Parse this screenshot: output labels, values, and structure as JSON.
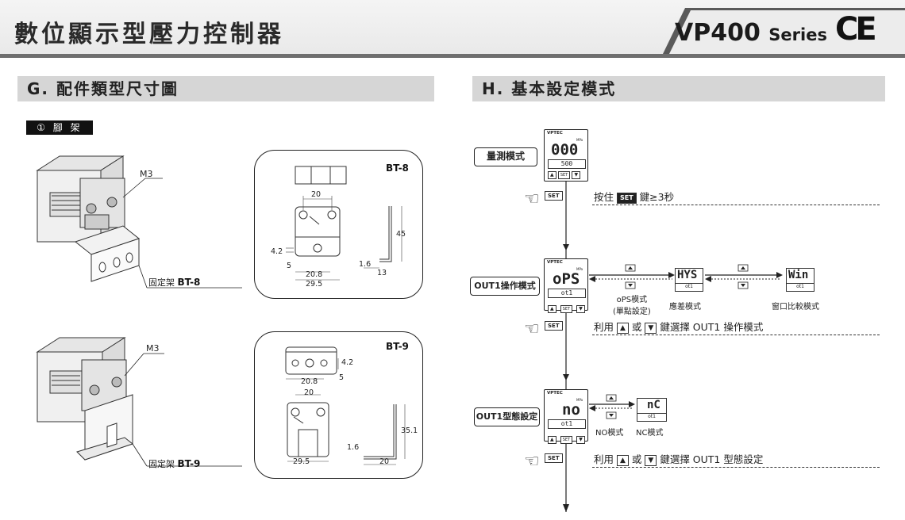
{
  "header": {
    "title": "數位顯示型壓力控制器",
    "model": "VP400",
    "series": "Series",
    "cert": "CE"
  },
  "section_g": {
    "title": "G. 配件類型尺寸圖",
    "badge": "① 腳 架",
    "bracket1": {
      "screw_label": "M3",
      "caption_prefix": "固定架",
      "caption_model": "BT-8",
      "card_name": "BT-8",
      "dims": [
        "20",
        "4.2",
        "5",
        "20.8",
        "29.5",
        "45",
        "1.6",
        "13"
      ]
    },
    "bracket2": {
      "screw_label": "M3",
      "caption_prefix": "固定架",
      "caption_model": "BT-9",
      "card_name": "BT-9",
      "dims": [
        "4.2",
        "20.8",
        "5",
        "20",
        "35.1",
        "1.6",
        "29.5",
        "20"
      ]
    }
  },
  "section_h": {
    "title": "H. 基本設定模式",
    "device": {
      "brand": "VPTEC",
      "unit": "MPa",
      "set": "SET"
    },
    "step1": {
      "label": "量測模式",
      "main": "000",
      "sub": "500",
      "instruction_prefix": "按住",
      "instruction_key": "SET",
      "instruction_suffix": "鍵≥3秒"
    },
    "step2": {
      "label": "OUT1操作模式",
      "main": "oPS",
      "sub": "ot1",
      "mode1": "oPS模式",
      "mode1b": "(單點設定)",
      "hys_display": "HYS",
      "hys_sub": "ot1",
      "hys_label": "應差模式",
      "win_display": "Win",
      "win_sub": "ot1",
      "win_label": "窗口比較模式",
      "instruction_prefix": "利用",
      "instruction_mid": "或",
      "instruction_suffix": "鍵選擇 OUT1 操作模式"
    },
    "step3": {
      "label": "OUT1型態設定",
      "main": "no",
      "sub": "ot1",
      "nc_display": "nC",
      "nc_sub": "ot1",
      "no_label": "NO模式",
      "nc_label": "NC模式",
      "instruction_prefix": "利用",
      "instruction_mid": "或",
      "instruction_suffix": "鍵選擇 OUT1 型態設定"
    },
    "hand_set": "SET"
  }
}
